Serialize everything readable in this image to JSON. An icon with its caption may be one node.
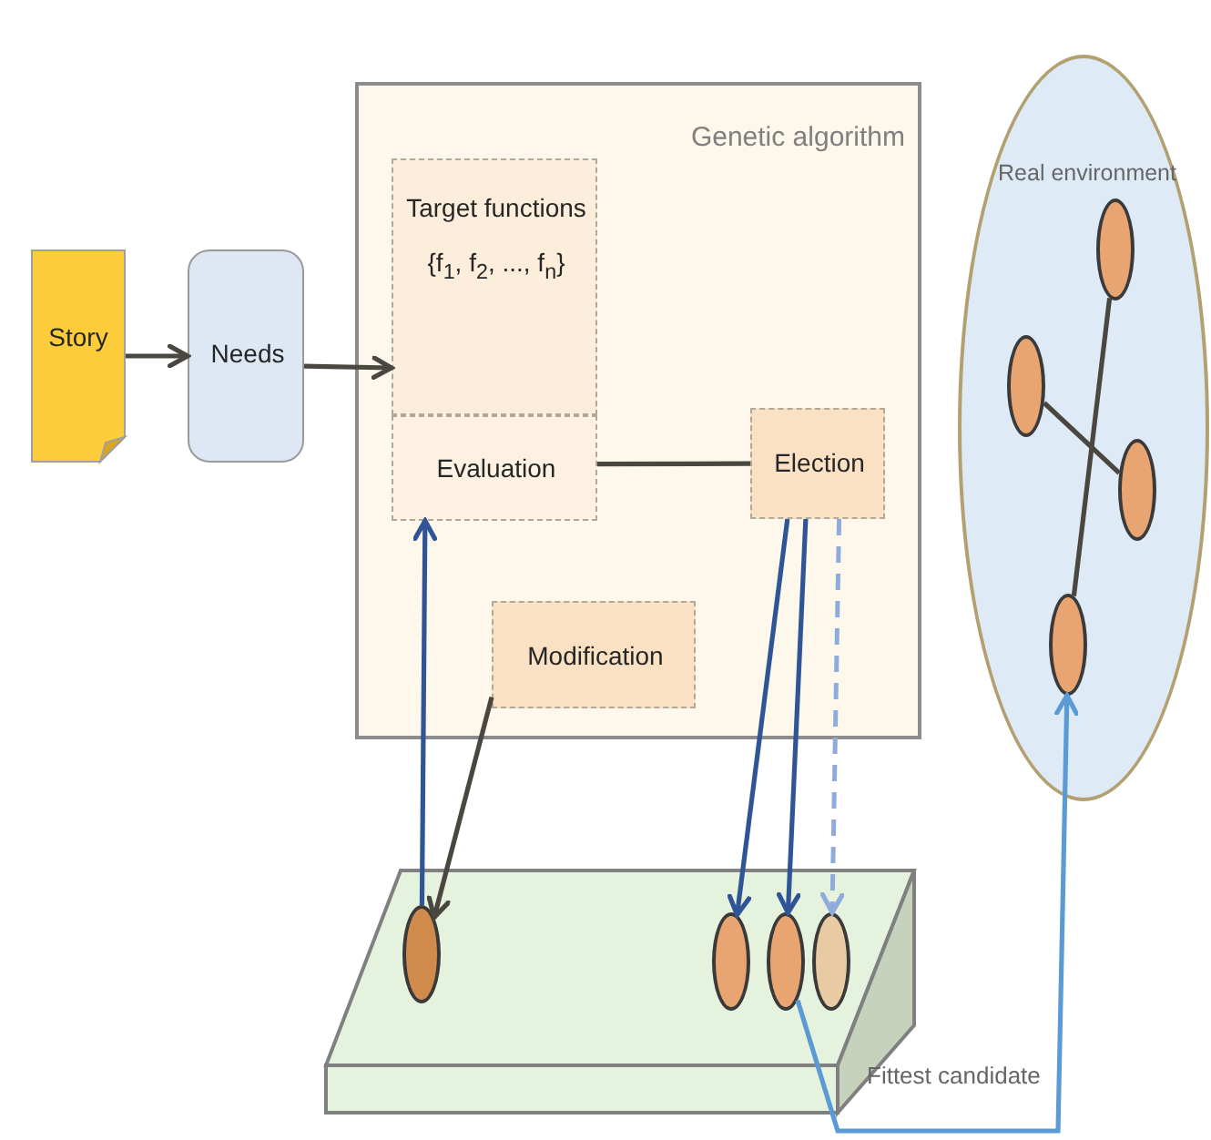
{
  "diagram": {
    "nodes": [
      {
        "text": [
          "Story"
        ]
      },
      {
        "text": [
          "Needs"
        ]
      },
      {
        "text": [
          "Genetic algorithm"
        ]
      },
      {
        "text": [
          "Target functions",
          "{f$_{1}$, f$_{2}$, ..., f$_{n}$}"
        ],
        "in": 2
      },
      {
        "text": [
          "Evaluation"
        ],
        "in": 2
      },
      {
        "text": [
          "Election"
        ],
        "in": 2
      },
      {
        "text": [
          "Modification"
        ],
        "in": 2
      },
      {
        "text": [
          "Fittest candidate"
        ]
      },
      {
        "text": [],
        "shape": "ellipse",
        "in": 7
      },
      {
        "text": [],
        "shape": "ellipse",
        "in": 7
      },
      {
        "text": [],
        "shape": "ellipse",
        "in": 7
      },
      {
        "text": [],
        "shape": "ellipse",
        "in": 7
      },
      {
        "text": [
          "Real environment"
        ]
      },
      {
        "text": [],
        "shape": "ellipse",
        "in": 12
      },
      {
        "text": [],
        "shape": "ellipse",
        "in": 12
      },
      {
        "text": [],
        "shape": "ellipse",
        "in": 12
      },
      {
        "text": [],
        "shape": "ellipse",
        "in": 12
      }
    ],
    "edges": [
      {
        "from": 0,
        "to": 1,
        "arrow": "to"
      },
      {
        "from": 1,
        "to": 3,
        "arrow": "to"
      },
      {
        "from": 4,
        "to": 5,
        "arrow": "none"
      },
      {
        "from": 8,
        "to": 4,
        "arrow": "to",
        "color": "#2f5597"
      },
      {
        "from": 6,
        "to": 8,
        "arrow": "to"
      },
      {
        "from": 5,
        "to": 9,
        "arrow": "to",
        "color": "#2f5597"
      },
      {
        "from": 5,
        "to": 10,
        "arrow": "to",
        "color": "#2f5597"
      },
      {
        "from": 5,
        "to": 11,
        "arrow": "to",
        "style": "dashed",
        "color": "#8faadc"
      },
      {
        "from": 10,
        "to": 16,
        "arrow": "to",
        "color": "#5b9bd5"
      },
      {
        "from": 13,
        "to": 16,
        "arrow": "none"
      },
      {
        "from": 14,
        "to": 15,
        "arrow": "none"
      }
    ]
  }
}
